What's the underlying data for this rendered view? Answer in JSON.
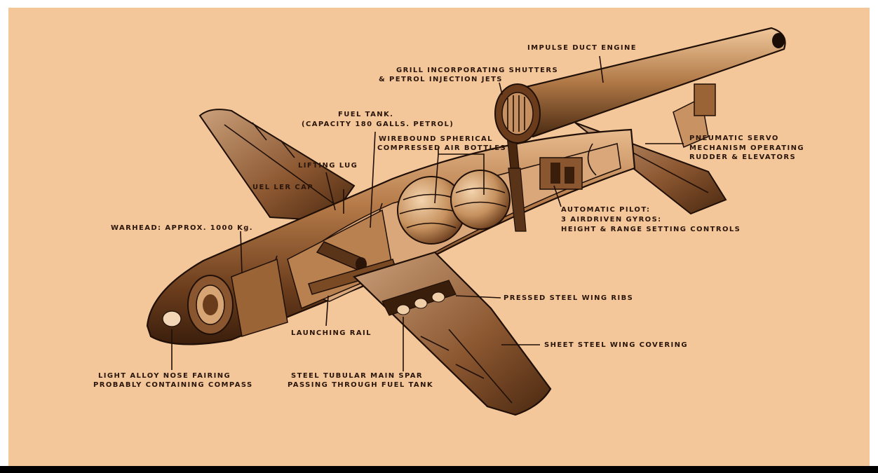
{
  "diagram": {
    "labels": {
      "impulse_engine": "IMPULSE DUCT ENGINE",
      "grill_1": "GRILL INCORPORATING SHUTTERS",
      "grill_2": "& PETROL INJECTION JETS",
      "fuel_tank_1": "FUEL TANK.",
      "fuel_tank_2": "(CAPACITY 180 GALLS. PETROL)",
      "air_bottles_1": "WIREBOUND SPHERICAL",
      "air_bottles_2": "COMPRESSED AIR BOTTLES",
      "lifting_lug": "LIFTING LUG",
      "fuel_filler_cap": "UEL   LER CAP",
      "warhead": "WARHEAD: APPROX. 1000 Kg.",
      "servo_1": "PNEUMATIC SERVO",
      "servo_2": "MECHANISM OPERATING",
      "servo_3": "RUDDER & ELEVATORS",
      "autopilot_1": "AUTOMATIC PILOT:",
      "autopilot_2": "3 AIRDRIVEN GYROS:",
      "autopilot_3": "HEIGHT & RANGE SETTING CONTROLS",
      "wing_ribs": "PRESSED STEEL WING RIBS",
      "wing_covering": "SHEET STEEL WING COVERING",
      "launching_rail": "LAUNCHING RAIL",
      "nose_1": "LIGHT ALLOY NOSE FAIRING",
      "nose_2": "PROBABLY CONTAINING COMPASS",
      "spar_1": "STEEL TUBULAR MAIN SPAR",
      "spar_2": "PASSING THROUGH FUEL TANK"
    },
    "colors": {
      "paper": "#f3c79a",
      "ink": "#1f0f06",
      "metal_dark": "#5a3418",
      "metal_mid": "#a46a3c",
      "metal_light": "#e2b387"
    }
  }
}
